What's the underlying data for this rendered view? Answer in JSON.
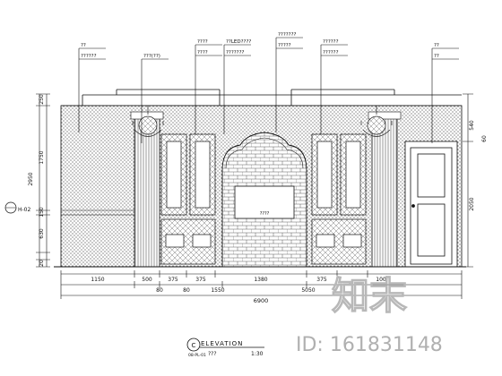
{
  "drawing": {
    "view_label": "ELEVATION",
    "view_scale": "1:30",
    "view_subtitle": "???",
    "view_ref": "08-PL-01",
    "section_marker": "C"
  },
  "callouts_top": [
    {
      "lines": [
        "??",
        "??????"
      ]
    },
    {
      "lines": [
        "???(??)"
      ]
    },
    {
      "lines": [
        "????",
        "????"
      ]
    },
    {
      "lines": [
        "??LED????",
        "???????"
      ]
    },
    {
      "lines": [
        "???????",
        "?????"
      ]
    },
    {
      "lines": [
        "??????",
        "??????"
      ]
    },
    {
      "lines": [
        "??",
        "??"
      ]
    }
  ],
  "dims_left": [
    "250",
    "1750",
    "2950",
    "150",
    "630",
    "20"
  ],
  "dims_right": [
    "540",
    "60",
    "2050"
  ],
  "dims_bottom_row1": [
    "1150",
    "500",
    "375",
    "375",
    "1380",
    "375",
    "100"
  ],
  "dims_bottom_row2": [
    "80",
    "80",
    "1550",
    "5050"
  ],
  "dims_total": "6900",
  "left_marker": "H-02",
  "tv_label": "????",
  "watermark": {
    "brand_cn": "知末",
    "id_text": "ID: 161831148"
  },
  "colors": {
    "line": "#111111",
    "hatch": "#444444",
    "watermark": "#b0b0b0"
  }
}
